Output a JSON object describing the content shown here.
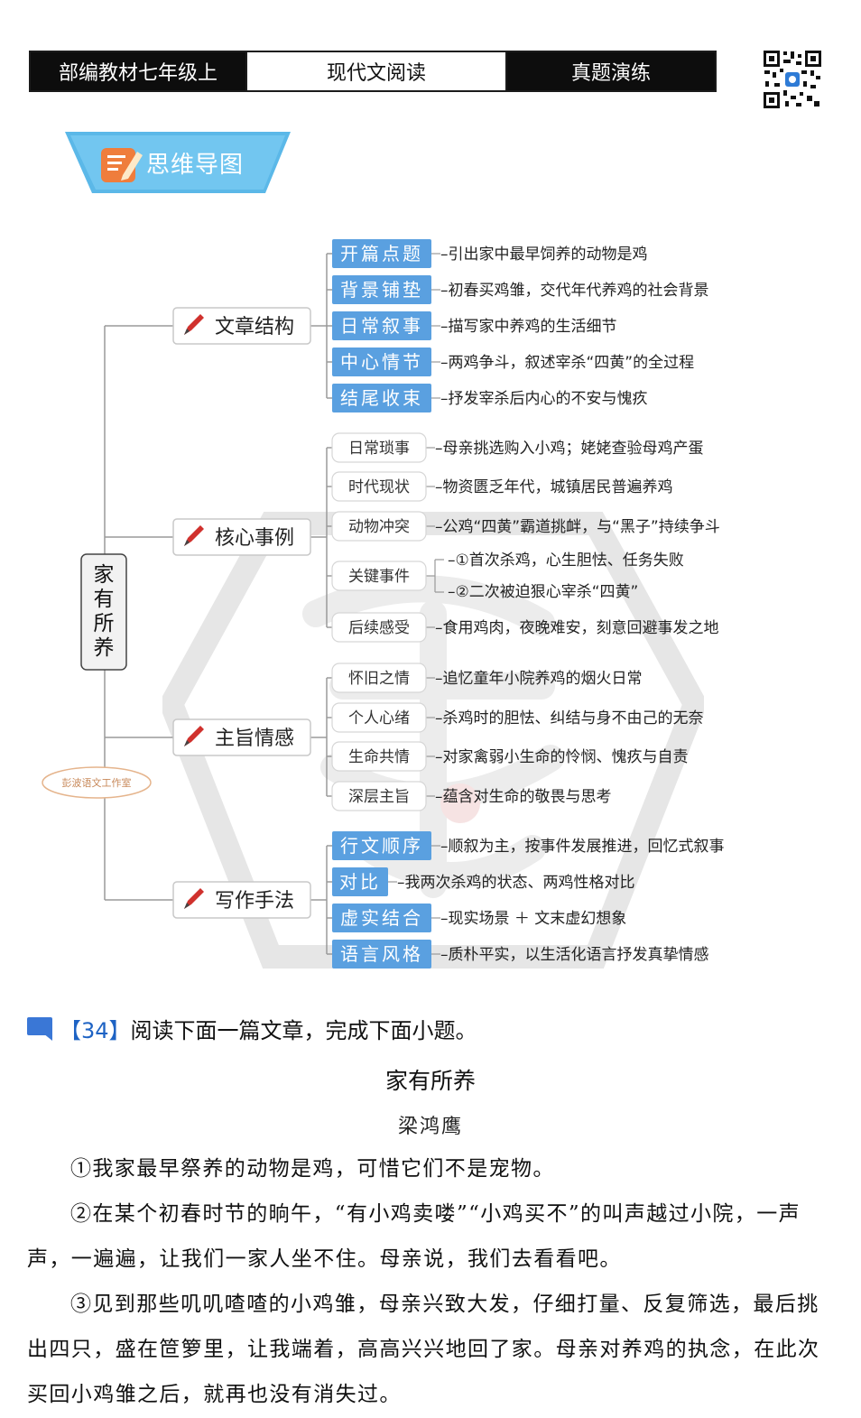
{
  "header": {
    "left": "部编教材七年级上",
    "center": "现代文阅读",
    "right": "真题演练"
  },
  "banner": {
    "label": "思维导图"
  },
  "mindmap": {
    "root": "家有所养",
    "studio": "彭波语文工作室",
    "branches": [
      {
        "label": "文章结构",
        "style": "blue",
        "items": [
          {
            "tag": "开篇点题",
            "desc": "–引出家中最早饲养的动物是鸡"
          },
          {
            "tag": "背景铺垫",
            "desc": "–初春买鸡雏，交代年代养鸡的社会背景"
          },
          {
            "tag": "日常叙事",
            "desc": "–描写家中养鸡的生活细节"
          },
          {
            "tag": "中心情节",
            "desc": "–两鸡争斗，叙述宰杀“四黄”的全过程"
          },
          {
            "tag": "结尾收束",
            "desc": "–抒发宰杀后内心的不安与愧疚"
          }
        ]
      },
      {
        "label": "核心事例",
        "style": "plain",
        "items": [
          {
            "tag": "日常琐事",
            "desc": "–母亲挑选购入小鸡；姥姥查验母鸡产蛋"
          },
          {
            "tag": "时代现状",
            "desc": "–物资匮乏年代，城镇居民普遍养鸡"
          },
          {
            "tag": "动物冲突",
            "desc": "–公鸡“四黄”霸道挑衅，与“黑子”持续争斗"
          },
          {
            "tag": "关键事件",
            "desc": "–①首次杀鸡，心生胆怯、任务失败",
            "desc2": "–②二次被迫狠心宰杀“四黄”"
          },
          {
            "tag": "后续感受",
            "desc": "–食用鸡肉，夜晚难安，刻意回避事发之地"
          }
        ]
      },
      {
        "label": "主旨情感",
        "style": "plain",
        "items": [
          {
            "tag": "怀旧之情",
            "desc": "–追忆童年小院养鸡的烟火日常"
          },
          {
            "tag": "个人心绪",
            "desc": "–杀鸡时的胆怯、纠结与身不由己的无奈"
          },
          {
            "tag": "生命共情",
            "desc": "–对家禽弱小生命的怜悯、愧疚与自责"
          },
          {
            "tag": "深层主旨",
            "desc": "–蕴含对生命的敬畏与思考"
          }
        ]
      },
      {
        "label": "写作手法",
        "style": "blue",
        "items": [
          {
            "tag": "行文顺序",
            "desc": "–顺叙为主，按事件发展推进，回忆式叙事"
          },
          {
            "tag": "对比",
            "desc": "–我两次杀鸡的状态、两鸡性格对比"
          },
          {
            "tag": "虚实结合",
            "desc": "–现实场景 ＋ 文末虚幻想象"
          },
          {
            "tag": "语言风格",
            "desc": "–质朴平实，以生活化语言抒发真挚情感"
          }
        ]
      }
    ]
  },
  "question": {
    "number": "【34】",
    "text": "阅读下面一篇文章，完成下面小题。"
  },
  "article": {
    "title": "家有所养",
    "author": "梁鸿鹰",
    "paragraphs": [
      "①我家最早祭养的动物是鸡，可惜它们不是宠物。",
      "②在某个初春时节的晌午，“有小鸡卖喽”“小鸡买不”的叫声越过小院，一声声，一遍遍，让我们一家人坐不住。母亲说，我们去看看吧。",
      "③见到那些叽叽喳喳的小鸡雏，母亲兴致大发，仔细打量、反复筛选，最后挑出四只，盛在笸箩里，让我端着，高高兴兴地回了家。母亲对养鸡的执念，在此次买回小鸡雏之后，就再也没有消失过。"
    ]
  },
  "colors": {
    "blue_tag": "#5aa0e0",
    "line": "#9a9a9a",
    "pen": "#d0312d",
    "banner": "#5bb8e8"
  }
}
